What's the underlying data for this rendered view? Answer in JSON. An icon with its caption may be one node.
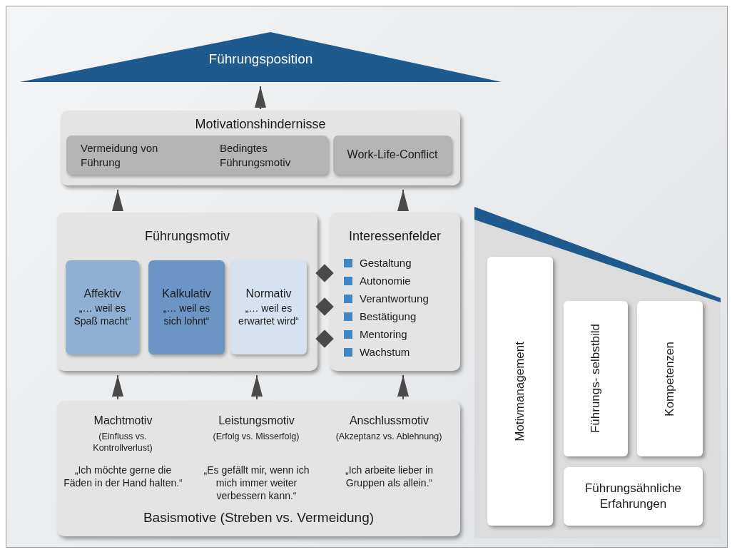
{
  "diagram": {
    "nodes": [
      {
        "text": [
          "Führungsposition"
        ]
      },
      {
        "text": [
          "Motivationshindernisse"
        ]
      },
      {
        "text": [
          "Vermeidung von Führung",
          "Bedingtes Führungsmotiv"
        ],
        "in": 1
      },
      {
        "text": [
          "Work-Life-Conflict"
        ],
        "in": 1
      },
      {
        "text": [
          "Führungsmotiv"
        ]
      },
      {
        "text": [
          "Affektiv",
          "„… weil es Spaß macht“"
        ],
        "in": 4
      },
      {
        "text": [
          "Kalkulativ",
          "„… weil es sich lohnt“"
        ],
        "in": 4
      },
      {
        "text": [
          "Normativ",
          "„… weil es erwartet wird“"
        ],
        "in": 4
      },
      {
        "text": [
          "Interessenfelder",
          "Gestaltung",
          "Autonomie",
          "Verantwortung",
          "Bestätigung",
          "Mentoring",
          "Wachstum"
        ]
      },
      {
        "text": [
          "Machtmotiv",
          "(Einfluss vs. Kontrollverlust)",
          "„Ich möchte gerne die Fäden in der Hand halten.“",
          "Leistungsmotiv",
          "(Erfolg vs. Misserfolg)",
          "„Es gefällt mir, wenn ich mich immer weiter verbessern kann.“",
          "Anschlussmotiv",
          "(Akzeptanz vs. Ablehnung)",
          "„Ich arbeite lieber in Gruppen als allein.“",
          "Basismotive (Streben vs. Vermeidung)"
        ]
      },
      {
        "text": [],
        "shape": "box"
      },
      {
        "text": [
          "Motivmanagement"
        ],
        "in": 10
      },
      {
        "text": [
          "Führungs- selbstbild"
        ],
        "in": 10
      },
      {
        "text": [
          "Kompetenzen"
        ],
        "in": 10
      },
      {
        "text": [
          "Führungsähnliche Erfahrungen"
        ],
        "in": 10
      }
    ],
    "edges": [
      {
        "from": 1,
        "to": 0,
        "arrow": "to"
      },
      {
        "from": 4,
        "to": 1,
        "arrow": "to"
      },
      {
        "from": 8,
        "to": 1,
        "arrow": "to"
      },
      {
        "from": 9,
        "to": 4,
        "arrow": "to"
      },
      {
        "from": 9,
        "to": 4,
        "arrow": "to"
      },
      {
        "from": 9,
        "to": 8,
        "arrow": "to"
      }
    ]
  }
}
